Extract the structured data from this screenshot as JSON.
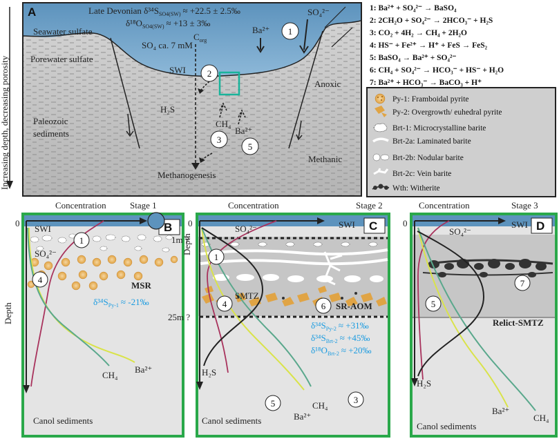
{
  "panel_a": {
    "letter": "A",
    "left_axis": "Increasing depth, decreasing porosity",
    "late_devonian_s": "Late Devonian δ³⁴S",
    "late_devonian_s_sub": "SO4(SW)",
    "late_devonian_s_val": "≈ +22.5 ± 2.5‰",
    "late_devonian_o": "δ¹⁸O",
    "late_devonian_o_sub": "SO4(SW)",
    "late_devonian_o_val": "≈ +13 ± 3‰",
    "seawater_sulfate": "Seawater sulfate",
    "so4_conc": "SO₄ ca. 7 mM",
    "corg": "C",
    "corg_sub": "org",
    "porewater_sulfate": "Porewater sulfate",
    "swi": "SWI",
    "anoxic": "Anoxic",
    "h2s": "H₂S",
    "ch4": "CH₄",
    "ba": "Ba²⁺",
    "ba_top": "Ba²⁺",
    "so4_top": "SO₄²⁻",
    "paleozoic": "Paleozoic",
    "sediments": "sediments",
    "methanic": "Methanic",
    "methanogenesis": "Methanogenesis",
    "circles": [
      "1",
      "2",
      "3",
      "5"
    ]
  },
  "equations": [
    "1: Ba²⁺ + SO₄²⁻ → BaSO₄",
    "2: 2CH₂O + SO₄²⁻ → 2HCO₃⁻ + H₂S",
    "3: CO₂ + 4H₂ → CH₄ + 2H₂O",
    "4: HS⁻ + Fe²⁺ → H⁺ + FeS → FeS₂",
    "5: BaSO₄ → Ba²⁺ + SO₄²⁻",
    "6: CH₄ + SO₄²⁻ → HCO₃⁻ + HS⁻ + H₂O",
    "7: Ba²⁺ + HCO₃⁻ → BaCO₃ + H⁺"
  ],
  "legend": [
    {
      "label": "Py-1: Framboidal pyrite",
      "icon": "framboidal-pyrite-icon"
    },
    {
      "label": "Py-2: Overgrowth/ euhedral pyrite",
      "icon": "euhedral-pyrite-icon"
    },
    {
      "label": "Brt-1: Microcrystalline barite",
      "icon": "microcrystalline-barite-icon"
    },
    {
      "label": "Brt-2a: Laminated barite",
      "icon": "laminated-barite-icon"
    },
    {
      "label": "Brt-2b: Nodular barite",
      "icon": "nodular-barite-icon"
    },
    {
      "label": "Brt-2c: Vein barite",
      "icon": "vein-barite-icon"
    },
    {
      "label": "Wth: Witherite",
      "icon": "witherite-icon"
    }
  ],
  "panel_b": {
    "letter": "B",
    "concentration": "Concentration",
    "stage": "Stage 1",
    "zero": "0",
    "swi": "SWI",
    "depth": "Depth",
    "so4": "SO₄²⁻",
    "msr": "MSR",
    "delta": "δ³⁴S",
    "delta_sub": "Py-1",
    "delta_val": "≈ -21‰",
    "ba": "Ba²⁺",
    "ch4": "CH₄",
    "canol": "Canol sediments",
    "circles": [
      "1",
      "4"
    ]
  },
  "panel_c": {
    "letter": "C",
    "concentration": "Concentration",
    "stage": "Stage 2",
    "zero": "0",
    "swi": "SWI",
    "depth": "Depth",
    "m1": "1m ?",
    "m25": "25m ?",
    "so4": "SO₄²⁻",
    "smtz": "SMTZ",
    "sraom": "SR-AOM",
    "d1": "δ³⁴S",
    "d1_sub": "Py-2",
    "d1_val": "≈ +31‰",
    "d2": "δ³⁴S",
    "d2_sub": "Brt-2",
    "d2_val": "≈ +45‰",
    "d3": "δ¹⁸O",
    "d3_sub": "Brt-2",
    "d3_val": "≈ +20‰",
    "h2s": "H₂S",
    "ch4": "CH₄",
    "ba": "Ba²⁺",
    "canol": "Canol sediments",
    "circles": [
      "1",
      "4",
      "6",
      "5",
      "3"
    ]
  },
  "panel_d": {
    "letter": "D",
    "concentration": "Concentration",
    "stage": "Stage 3",
    "zero": "0",
    "swi": "SWI",
    "so4": "SO₄²⁻",
    "relict": "Relict-SMTZ",
    "h2s": "H₂S",
    "ba": "Ba²⁺",
    "ch4": "CH₄",
    "canol": "Canol sediments",
    "circles": [
      "5",
      "7"
    ]
  },
  "colors": {
    "sea": "#6a9fc4",
    "sediment": "#c8c8c8",
    "panel_border": "#2aa84a",
    "so4_curve": "#a8325c",
    "ba_curve": "#d9e34a",
    "ch4_curve": "#5aa88c",
    "delta_text": "#1a9be0",
    "pyrite": "#e0a040",
    "teal_box": "#19b39a"
  }
}
